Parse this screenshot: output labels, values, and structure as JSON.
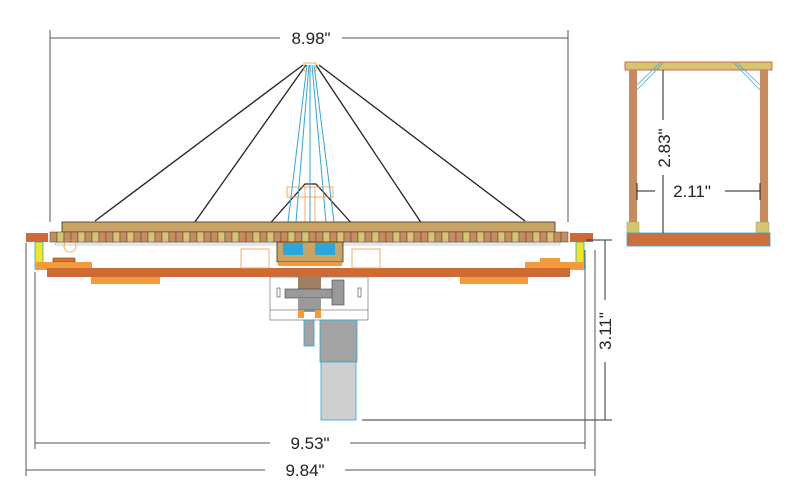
{
  "drawing": {
    "front_view": {
      "top_width": "8.98\"",
      "inner_width": "9.53\"",
      "overall_width": "9.84\"",
      "height": "3.11\""
    },
    "side_view": {
      "height": "2.83\"",
      "width": "2.11\""
    }
  },
  "colors": {
    "wood": "#c9a465",
    "tile_a": "#c98a5e",
    "tile_b": "#d6c56e",
    "rust": "#cf6a34",
    "orange": "#f39a3c",
    "cyan": "#2aa7dc",
    "yellow": "#f2e61a",
    "gray": "#a3a3a3"
  }
}
